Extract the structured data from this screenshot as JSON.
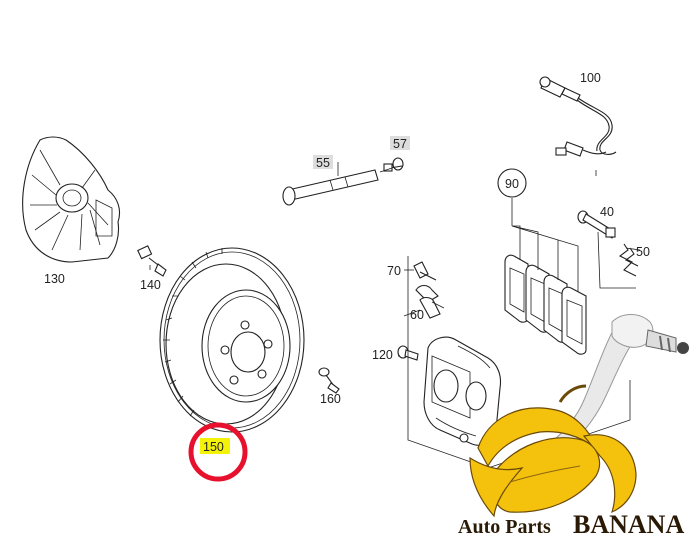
{
  "diagram": {
    "callouts": [
      {
        "id": "p100",
        "label": "100"
      },
      {
        "id": "p57",
        "label": "57"
      },
      {
        "id": "p55",
        "label": "55"
      },
      {
        "id": "p90",
        "label": "90"
      },
      {
        "id": "p40",
        "label": "40"
      },
      {
        "id": "p50",
        "label": "50"
      },
      {
        "id": "p130",
        "label": "130"
      },
      {
        "id": "p140",
        "label": "140"
      },
      {
        "id": "p70",
        "label": "70"
      },
      {
        "id": "p60",
        "label": "60"
      },
      {
        "id": "p120",
        "label": "120"
      },
      {
        "id": "p160",
        "label": "160"
      },
      {
        "id": "p150",
        "label": "150"
      }
    ],
    "highlight": {
      "label": "150",
      "highlight_color": "#f5f20a",
      "ring_color": "#e8112d"
    }
  },
  "watermark": {
    "text_prefix": "Auto Parts",
    "text_emphasis": "BANANA",
    "banana_color": "#f4c20d"
  }
}
